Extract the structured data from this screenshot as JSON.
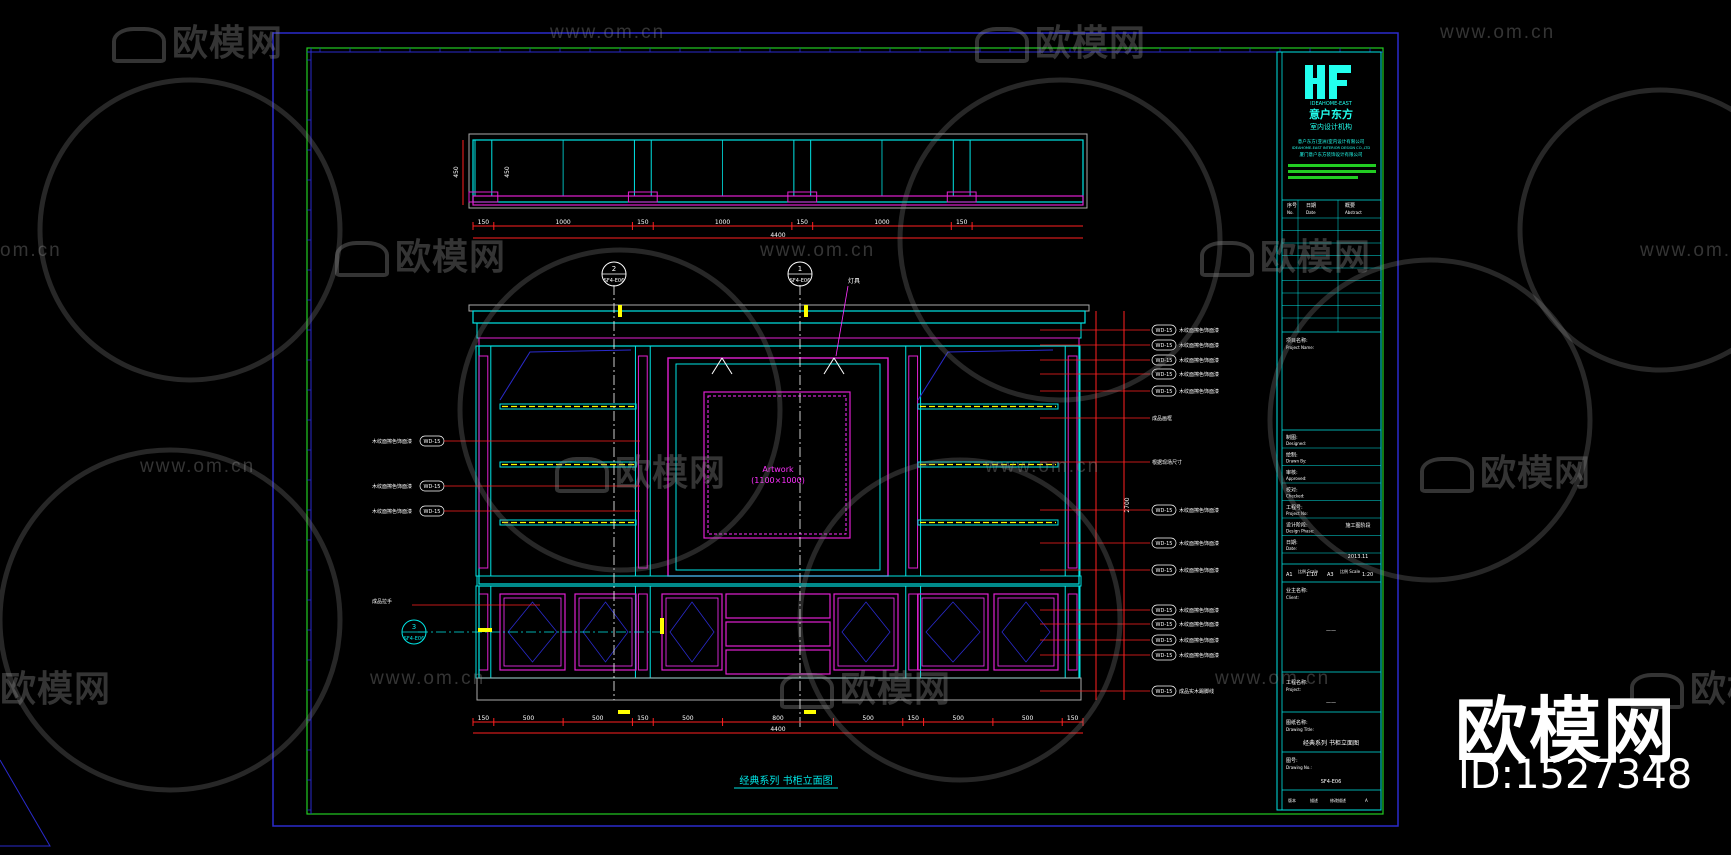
{
  "watermark": {
    "brand": "欧模网",
    "url": "www.om.cn",
    "url_partial": "om.cn"
  },
  "overlay": {
    "brand": "欧模网",
    "id_label": "ID:1527348"
  },
  "drawing": {
    "caption": "经典系列 书柜立面图",
    "plan_dims": [
      "150",
      "1000",
      "150",
      "1000",
      "150",
      "1000",
      "150"
    ],
    "plan_total": "4400",
    "plan_height": "450",
    "elev_dims": [
      "150",
      "500",
      "500",
      "150",
      "500",
      "800",
      "500",
      "150",
      "500",
      "500",
      "150"
    ],
    "elev_total": "4400",
    "artwork_label": "Artwork",
    "artwork_size": "(1100×1000)",
    "section_marks": [
      {
        "num": "2",
        "ref": "SF4-E06"
      },
      {
        "num": "1",
        "ref": "SF4-E06"
      },
      {
        "num": "3",
        "ref": "SF4-E06"
      }
    ],
    "right_callout_code": "WD-15",
    "right_callouts": [
      "木纹面擦色饰面漆",
      "木纹面擦色饰面漆",
      "木纹面擦色饰面漆",
      "木纹面擦色饰面漆",
      "木纹面擦色饰面漆",
      "成品画框",
      "根据现场尺寸",
      "木纹面擦色饰面漆",
      "木纹面擦色饰面漆",
      "木纹面擦色饰面漆",
      "木纹面擦色饰面漆",
      "木纹面擦色饰面漆",
      "木纹面擦色饰面漆",
      "木纹面擦色饰面漆",
      "成品实木踢脚线"
    ],
    "left_callouts": [
      "木纹面擦色饰面漆",
      "木纹面擦色饰面漆",
      "木纹面擦色饰面漆",
      "成品拉手"
    ],
    "vertical_total": "2700",
    "top_note": "灯具"
  },
  "titleblock": {
    "logo_en": "IDEAHOME-EAST",
    "logo_cn": "意户东方",
    "logo_sub": "室内设计机构",
    "company_lines": [
      "意户东方(亚洲)室内设计有限公司",
      "IDEAHOME-EAST INTERIOR DESIGN CO.,LTD",
      "厦门意户东方装饰设计有限公司"
    ],
    "rev_headers": [
      "序号",
      "日期",
      "概要"
    ],
    "rev_headers_en": [
      "No.",
      "Date",
      "Abstract"
    ],
    "fields": [
      {
        "cn": "项目名称:",
        "en": "Project Name:"
      },
      {
        "cn": "制图:",
        "en": "Designed:"
      },
      {
        "cn": "绘制:",
        "en": "Drawn By:"
      },
      {
        "cn": "审核:",
        "en": "Approved:"
      },
      {
        "cn": "校对:",
        "en": "Checked:"
      },
      {
        "cn": "工程号:",
        "en": "Project No:"
      },
      {
        "cn": "设计阶段:",
        "en": "Design Phase:",
        "value": "施工图阶段"
      },
      {
        "cn": "日期:",
        "en": "Date:",
        "value": "2013.11"
      }
    ],
    "scale": {
      "a1": "A1",
      "a1_val": "1:10",
      "a3": "A3",
      "a3_val": "1:20",
      "label1": "比例 Scale",
      "label2": "比例 Scale"
    },
    "client": {
      "cn": "业主名称:",
      "en": "Client:",
      "value": "——"
    },
    "project": {
      "cn": "工程名称:",
      "en": "Project:",
      "value": "——"
    },
    "drawing_title": {
      "cn": "图纸名称:",
      "en": "Drawing Title:",
      "value": "经典系列 书柜立面图"
    },
    "drawing_no": {
      "cn": "图号:",
      "en": "Drawing No.:",
      "value": "SF4-E06"
    },
    "footer": [
      "版本",
      "描述",
      "修改描述",
      "A"
    ]
  },
  "colors": {
    "border_blue": "#2a2acc",
    "frame_green": "#22cc22",
    "cyan": "#00e5e5",
    "magenta": "#e020d0",
    "pink": "#ff30ff",
    "red": "#ff2020",
    "yellow": "#ffff00",
    "white": "#ffffff",
    "title_cyan": "#22ffee"
  }
}
